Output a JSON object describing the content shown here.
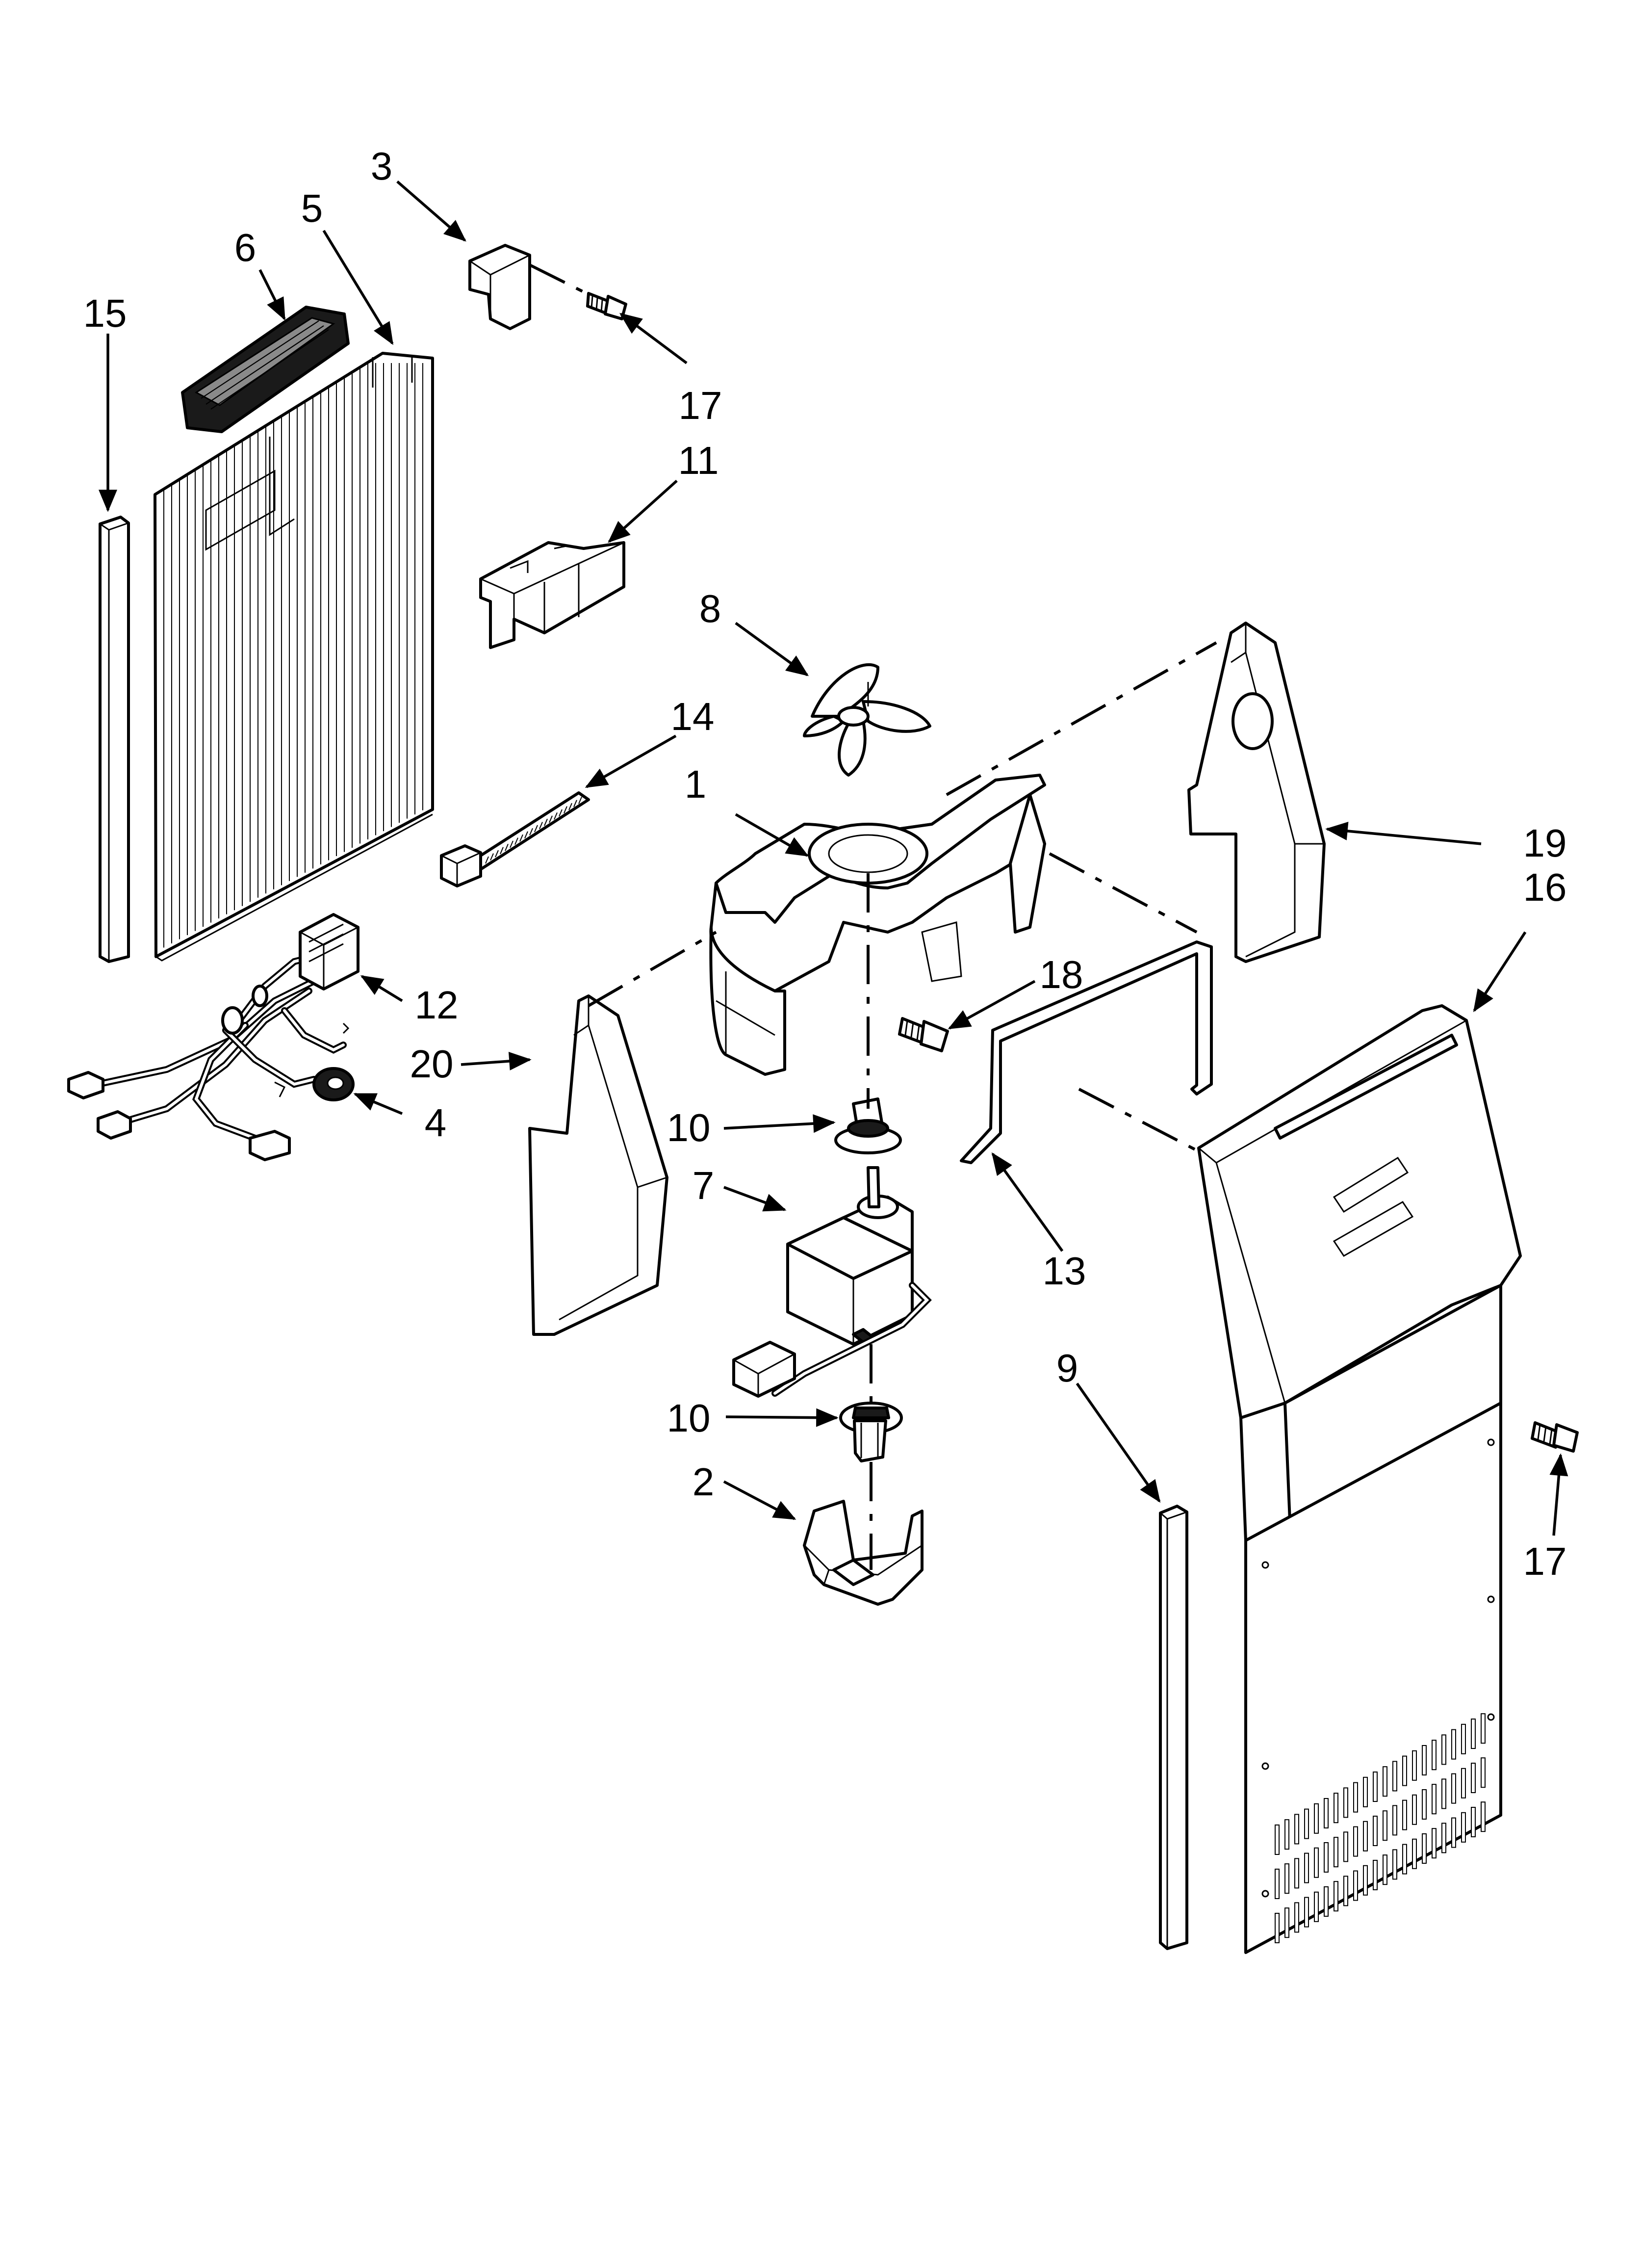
{
  "callouts": [
    {
      "id": "c1",
      "label": "1"
    },
    {
      "id": "c2",
      "label": "2"
    },
    {
      "id": "c3",
      "label": "3"
    },
    {
      "id": "c4",
      "label": "4"
    },
    {
      "id": "c5",
      "label": "5"
    },
    {
      "id": "c6",
      "label": "6"
    },
    {
      "id": "c7",
      "label": "7"
    },
    {
      "id": "c8",
      "label": "8"
    },
    {
      "id": "c9",
      "label": "9"
    },
    {
      "id": "c10a",
      "label": "10"
    },
    {
      "id": "c10b",
      "label": "10"
    },
    {
      "id": "c11",
      "label": "11"
    },
    {
      "id": "c12",
      "label": "12"
    },
    {
      "id": "c13",
      "label": "13"
    },
    {
      "id": "c14",
      "label": "14"
    },
    {
      "id": "c15",
      "label": "15"
    },
    {
      "id": "c16",
      "label": "16"
    },
    {
      "id": "c17a",
      "label": "17"
    },
    {
      "id": "c17b",
      "label": "17"
    },
    {
      "id": "c18",
      "label": "18"
    },
    {
      "id": "c19",
      "label": "19"
    },
    {
      "id": "c20",
      "label": "20"
    }
  ],
  "colors": {
    "line": "#000000",
    "background": "#ffffff"
  }
}
